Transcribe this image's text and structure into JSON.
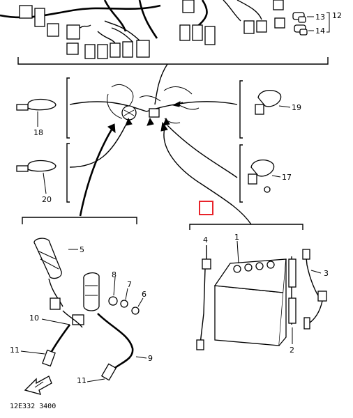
{
  "diagram": {
    "callouts": {
      "c1": "1",
      "c2": "2",
      "c3": "3",
      "c4": "4",
      "c5": "5",
      "c6": "6",
      "c7": "7",
      "c8": "8",
      "c9": "9",
      "c10": "10",
      "c11a": "11",
      "c11b": "11",
      "c12": "12",
      "c13": "13",
      "c14": "14",
      "c17": "17",
      "c18": "18",
      "c19": "19",
      "c20": "20"
    },
    "drawing_code": "12E332 3400"
  },
  "selection": {
    "color": "#e8232a"
  }
}
